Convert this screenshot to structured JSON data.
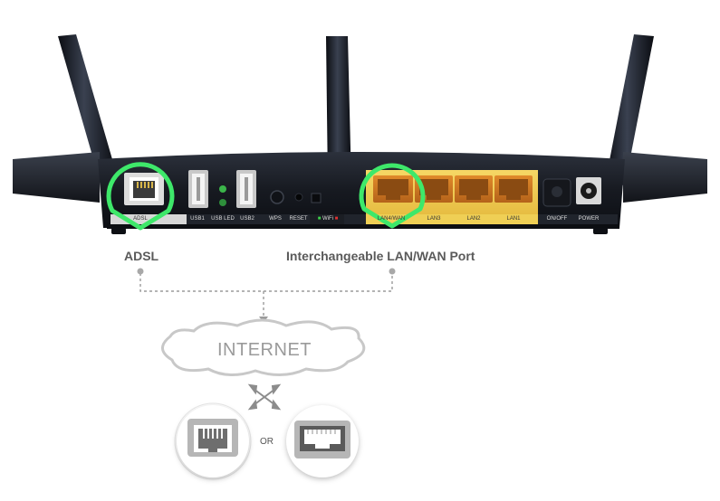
{
  "router": {
    "port_labels": {
      "adsl": "ADSL",
      "usb1": "USB1",
      "usb_led": "USB LED",
      "usb2": "USB2",
      "wps": "WPS",
      "reset": "RESET",
      "wifi": "WiFi",
      "lan4_wan": "LAN4/WAN",
      "lan3": "LAN3",
      "lan2": "LAN2",
      "lan1": "LAN1",
      "on_off": "ON/OFF",
      "power": "POWER"
    }
  },
  "callouts": {
    "adsl": "ADSL",
    "lan_wan": "Interchangeable LAN/WAN Port"
  },
  "internet": {
    "label": "INTERNET",
    "or_label": "OR"
  },
  "colors": {
    "router_body": "#1c1f26",
    "highlight_ring": "#3ee86a",
    "lan_panel": "#f1c94a",
    "dotted_line": "#9b9b9b",
    "cloud_stroke": "#c8c8c8"
  },
  "icons": [
    "phone-jack-icon",
    "ethernet-port-icon",
    "swap-arrows-icon",
    "cloud-icon"
  ]
}
